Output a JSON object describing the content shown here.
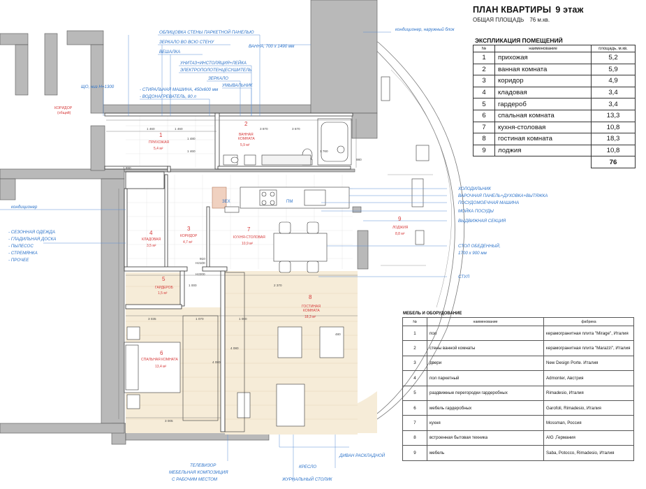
{
  "header": {
    "title": "ПЛАН КВАРТИРЫ",
    "floor": "9 этаж",
    "area_label": "ОБЩАЯ ПЛОЩАДЬ",
    "area_value": "76 м.кв."
  },
  "explication": {
    "title": "ЭКСПЛИКАЦИЯ ПОМЕЩЕНИЙ",
    "columns": [
      "№",
      "наименование",
      "площадь, м.кв."
    ],
    "rows": [
      {
        "n": "1",
        "name": "прихожая",
        "area": "5,2"
      },
      {
        "n": "2",
        "name": "ванная комната",
        "area": "5,9"
      },
      {
        "n": "3",
        "name": "коридор",
        "area": "4,9"
      },
      {
        "n": "4",
        "name": "кладовая",
        "area": "3,4"
      },
      {
        "n": "5",
        "name": "гардероб",
        "area": "3,4"
      },
      {
        "n": "6",
        "name": "спальная комната",
        "area": "13,3"
      },
      {
        "n": "7",
        "name": "кухня-столовая",
        "area": "10,8"
      },
      {
        "n": "8",
        "name": "гостиная комната",
        "area": "18,3"
      },
      {
        "n": "9",
        "name": "лоджия",
        "area": "10,8"
      }
    ],
    "total": "76"
  },
  "furniture": {
    "title": "МЕБЕЛЬ И ОБОРУДОВАНИЕ",
    "columns": [
      "№",
      "наименование",
      "фабрика"
    ],
    "rows": [
      {
        "n": "1",
        "name": "пол",
        "maker": "керамогранитная плита \"Mirage\", Италия"
      },
      {
        "n": "2",
        "name": "стены ванной комнаты",
        "maker": "керамогранитная плита \"Marazzi\", Италия"
      },
      {
        "n": "3",
        "name": "двери",
        "maker": "New Design Porte. Италия"
      },
      {
        "n": "4",
        "name": "пол паркетный",
        "maker": "Admonter, Австрия"
      },
      {
        "n": "5",
        "name": "раздвижные перегородки гардеробных",
        "maker": "Rimadesio, Италия"
      },
      {
        "n": "6",
        "name": "мебель гардеробных",
        "maker": "Garofoli, Rimadesio, Италия"
      },
      {
        "n": "7",
        "name": "кухня",
        "maker": "Mossman, Россия"
      },
      {
        "n": "8",
        "name": "встроенная бытовая техника",
        "maker": "AIG ,Германия"
      },
      {
        "n": "9",
        "name": "мебель",
        "maker": "Saba, Potocco, Rimadesio, Италия"
      }
    ]
  },
  "rooms": {
    "r1": {
      "num": "1",
      "name": "ПРИХОЖАЯ",
      "area": "5,4 м²"
    },
    "r2": {
      "num": "2",
      "name1": "ВАННАЯ",
      "name2": "КОМНАТА",
      "area": "5,9 м²"
    },
    "r3": {
      "num": "3",
      "name": "КОРИДОР",
      "area": "4,7 м²"
    },
    "r4": {
      "num": "4",
      "name": "КЛАДОВАЯ",
      "area": "3,5 м²"
    },
    "r5": {
      "num": "5",
      "name": "ГАРДЕРОБ",
      "area": "1,5 м²"
    },
    "r6": {
      "num": "6",
      "name": "СПАЛЬНАЯ КОМНАТА",
      "area": "13,4 м²"
    },
    "r7": {
      "num": "7",
      "name": "КУХНЯ-СТОЛОВАЯ",
      "area": "10,9 м²"
    },
    "r8": {
      "num": "8",
      "name1": "ГОСТИНАЯ",
      "name2": "КОМНАТА",
      "area": "18,3 м²"
    },
    "r9": {
      "num": "9",
      "name": "ЛОДЖИЯ",
      "area": "8,8 м²"
    },
    "corridor_common": [
      "КОРИДОР",
      "(общий)"
    ]
  },
  "callouts": {
    "parquet_panel": "ОБЛИЦОВКА СТЕНЫ ПАРКЕТНОЙ ПАНЕЛЬЮ",
    "mirror_wall": "ЗЕРКАЛО ВО ВСЮ СТЕНУ",
    "hanger": "ВЕШАЛКА",
    "bath": "ВАННА, 700 х 1490 мм",
    "shield": "ЩО, низ Н=1300",
    "washer": "- СТИРАЛЬНАЯ МАШИНА, 450х600 мм",
    "heater": "- ВОДОНАГРЕВАТЕЛЬ, 80 л",
    "toilet": "УНИТАЗ+ИНСТОЛЯЦИЯ+ЛЕЙКА",
    "towel": "ЭЛЕКТРОПОЛОТЕНЦЕСУШИТЕЛЬ",
    "mirror": "ЗЕРКАЛО",
    "sink": "УМЫВАЛЬНИК",
    "ac_unit": "кондиционер, наружный блок",
    "ac": "кондиционер",
    "fridge": "ХОЛОДИЛЬНИК",
    "hob": "ВАРОЧНАЯ ПАНЕЛЬ+ДУХОВКА+ВЫТЯЖКА",
    "dishwasher": "ПОСУДОМОЕЧНАЯ МАШИНА",
    "dish_sink": "МОЙКА ПОСУДЫ",
    "drawer": "ВЫДВИЖНАЯ СЕКЦИЯ",
    "table": "СТОЛ ОБЕДЕННЫЙ,",
    "table_size": "1700 х 900 мм",
    "chair": "СТУЛ",
    "storage": [
      "- СЕЗОННАЯ ОДЕЖДА",
      "- ГЛАДИЛЬНАЯ ДОСКА",
      "- ПЫЛЕСОС",
      "- СТРЕМЯНКА",
      "- ПРОЧЕЕ"
    ],
    "tv": "ТЕЛЕВИЗОР",
    "media1": "МЕБЕЛЬНАЯ КОМПОЗИЦИЯ",
    "media2": "С РАБОЧИМ МЕСТОМ",
    "sofa": "ДИВАН РАСКЛАДНОЙ",
    "armchair": "КРЕСЛО",
    "coffee_table": "ЖУРНАЛЬНЫЙ СТОЛИК",
    "hob_label": "ЗЕХ",
    "dw_label": "ПМ"
  },
  "dimensions": {
    "d1": "1 460",
    "d2": "1 460",
    "d3": "3 870",
    "d4": "3 670",
    "d5": "1 760",
    "d6": "1 480",
    "d7": "1 000",
    "d8": "2 370",
    "d9": "1 070",
    "d10": "1 000",
    "d11": "3 005",
    "d12": "3 035",
    "d13": "4 080",
    "d14": "4 080",
    "d15": "910",
    "d16": "H2100",
    "d17": "1 690",
    "d18": "480",
    "d19": "980",
    "d20": "1 460",
    "d21": "H2200"
  },
  "colors": {
    "callout": "#2b72c9",
    "room_label": "#d63a3a",
    "wall": "#b5b5b5",
    "parquet": "#f6ecd8"
  }
}
